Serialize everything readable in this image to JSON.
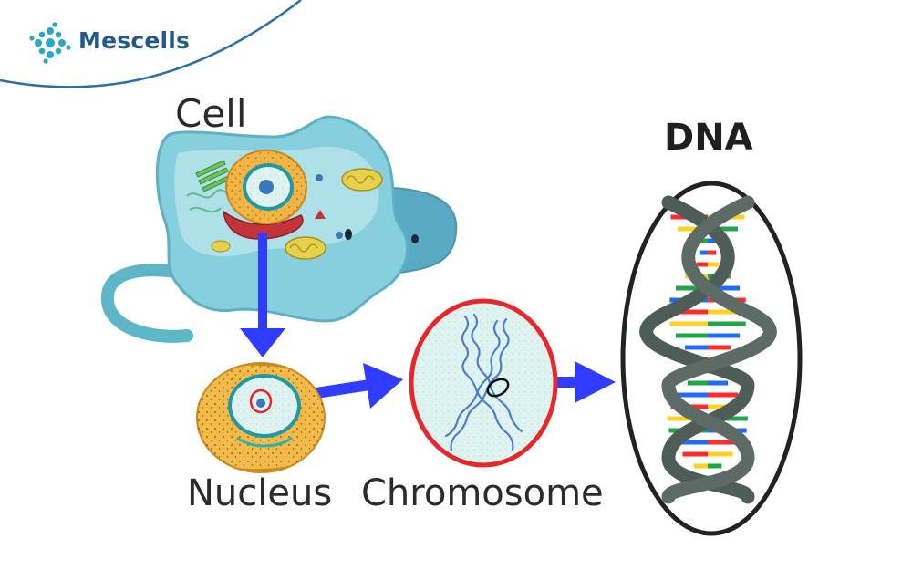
{
  "brand": {
    "name": "Mescells",
    "logo_icon": "cell-cluster-icon",
    "color": "#23588f"
  },
  "labels": {
    "cell": "Cell",
    "nucleus": "Nucleus",
    "chromosome": "Chromosome",
    "dna": "DNA"
  },
  "colors": {
    "arrow": "#2f3cff",
    "chromosome_outline": "#e8262b",
    "dna_outline": "#222222",
    "helix_strand": "#4f5d58",
    "cell_body": "#7fc9d8"
  },
  "dna_base_colors": [
    "#ff2a2a",
    "#ffd21f",
    "#1fa64a",
    "#1f6bff"
  ]
}
